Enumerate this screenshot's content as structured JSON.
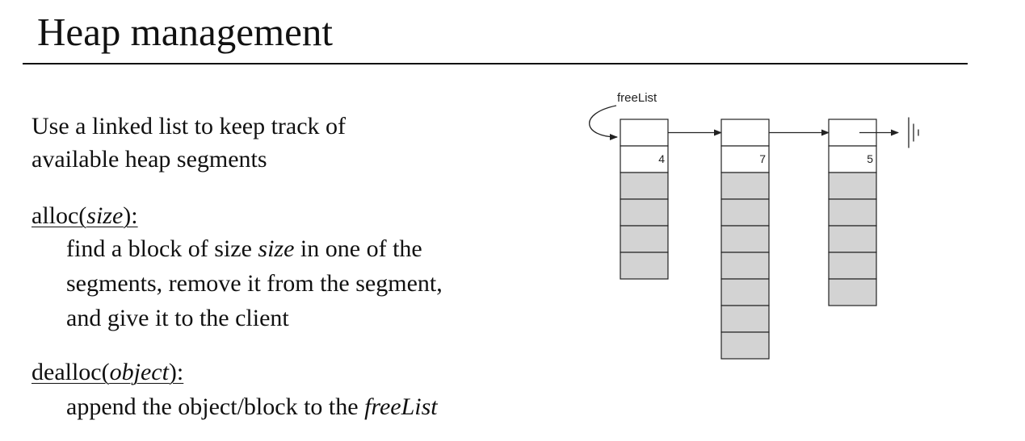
{
  "slide": {
    "title": "Heap management"
  },
  "intro": {
    "line1": "Use a linked list to keep track of",
    "line2": "available heap segments"
  },
  "alloc": {
    "name": "alloc(",
    "param": "size",
    "close": "):",
    "desc1_a": "find a block of size ",
    "desc1_b": "size",
    "desc1_c": " in one of the",
    "desc2": "segments, remove it from the segment,",
    "desc3": "and give it to the client"
  },
  "dealloc": {
    "name": "dealloc(",
    "param": "object",
    "close": "):",
    "desc_a": "append the object/block to the ",
    "desc_b": "freeList"
  },
  "diagram": {
    "head_label": "freeList",
    "nodes": [
      {
        "size": "4",
        "gray_blocks": 4
      },
      {
        "size": "7",
        "gray_blocks": 7
      },
      {
        "size": "5",
        "gray_blocks": 5
      }
    ],
    "colors": {
      "block_fill": "#d3d3d3",
      "stroke": "#222222"
    }
  }
}
